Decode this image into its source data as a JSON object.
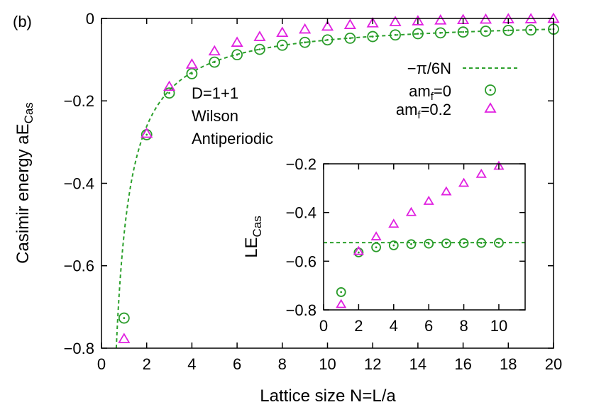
{
  "panel_label": "(b)",
  "chart_data": [
    {
      "type": "scatter",
      "xlabel": "Lattice size N=L/a",
      "ylabel": "Casimir energy aE",
      "ylabel_sub": "Cas",
      "xlim": [
        0,
        20
      ],
      "ylim": [
        -0.8,
        0
      ],
      "xticks": [
        0,
        2,
        4,
        6,
        8,
        10,
        12,
        14,
        16,
        18,
        20
      ],
      "yticks": [
        -0.8,
        -0.6,
        -0.4,
        -0.2,
        0
      ],
      "ytick_labels": [
        "−0.8",
        "−0.6",
        "−0.4",
        "−0.2",
        "0"
      ],
      "grid": false,
      "legend_position": "top-right",
      "annotation": [
        "D=1+1",
        "Wilson",
        "Antiperiodic"
      ],
      "curve": {
        "name": "−π/6N",
        "formula": "-pi/(6N)",
        "color": "#2ca02c",
        "style": "dashed"
      },
      "series": [
        {
          "name": "am",
          "name_sub": "f",
          "name_suffix": "=0",
          "marker": "circle",
          "color": "#2a9c2a",
          "x": [
            1,
            2,
            3,
            4,
            5,
            6,
            7,
            8,
            9,
            10,
            11,
            12,
            13,
            14,
            15,
            16,
            17,
            18,
            19,
            20
          ],
          "y": [
            -0.727,
            -0.282,
            -0.181,
            -0.134,
            -0.106,
            -0.088,
            -0.075,
            -0.065,
            -0.058,
            -0.052,
            -0.048,
            -0.044,
            -0.04,
            -0.037,
            -0.035,
            -0.033,
            -0.031,
            -0.029,
            -0.028,
            -0.026
          ]
        },
        {
          "name": "am",
          "name_sub": "f",
          "name_suffix": "=0.2",
          "marker": "triangle",
          "color": "#e020e0",
          "x": [
            1,
            2,
            3,
            4,
            5,
            6,
            7,
            8,
            9,
            10,
            11,
            12,
            13,
            14,
            15,
            16,
            17,
            18,
            19,
            20
          ],
          "y": [
            -0.778,
            -0.28,
            -0.166,
            -0.112,
            -0.08,
            -0.059,
            -0.045,
            -0.035,
            -0.027,
            -0.02,
            -0.016,
            -0.012,
            -0.009,
            -0.007,
            -0.005,
            -0.004,
            -0.003,
            -0.002,
            -0.002,
            -0.001
          ]
        }
      ]
    },
    {
      "type": "scatter",
      "xlabel": "",
      "ylabel": "LE",
      "ylabel_sub": "Cas",
      "xlim": [
        0,
        11.5
      ],
      "ylim": [
        -0.8,
        -0.2
      ],
      "xticks": [
        0,
        2,
        4,
        6,
        8,
        10
      ],
      "yticks": [
        -0.8,
        -0.6,
        -0.4,
        -0.2
      ],
      "ytick_labels": [
        "−0.8",
        "−0.6",
        "−0.4",
        "−0.2"
      ],
      "grid": false,
      "reference_line": {
        "y": -0.5236,
        "color": "#2ca02c",
        "style": "dashed"
      },
      "series": [
        {
          "marker": "circle",
          "color": "#2a9c2a",
          "x": [
            1,
            2,
            3,
            4,
            5,
            6,
            7,
            8,
            9,
            10
          ],
          "y": [
            -0.727,
            -0.564,
            -0.543,
            -0.535,
            -0.53,
            -0.528,
            -0.527,
            -0.526,
            -0.525,
            -0.525
          ]
        },
        {
          "marker": "triangle",
          "color": "#e020e0",
          "x": [
            1,
            2,
            3,
            4,
            5,
            6,
            7,
            8,
            9,
            10
          ],
          "y": [
            -0.778,
            -0.56,
            -0.5,
            -0.448,
            -0.4,
            -0.354,
            -0.315,
            -0.28,
            -0.243,
            -0.21
          ]
        }
      ]
    }
  ]
}
